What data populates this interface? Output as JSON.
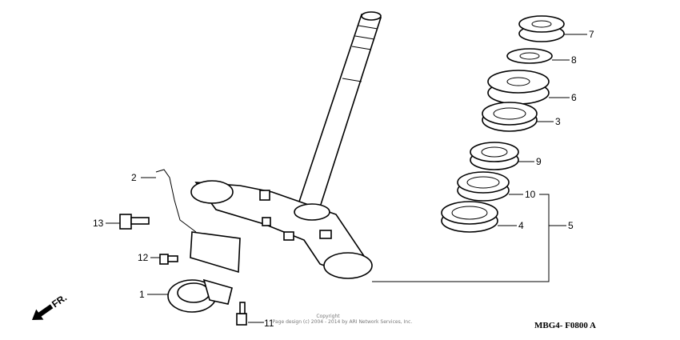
{
  "diagram": {
    "callouts": {
      "p1": "1",
      "p2": "2",
      "p3": "3",
      "p4": "4",
      "p5": "5",
      "p6": "6",
      "p7": "7",
      "p8": "8",
      "p9": "9",
      "p10": "10",
      "p11": "11",
      "p12": "12",
      "p13": "13"
    },
    "direction_label": "FR.",
    "copyright_title": "Copyright",
    "copyright_text": "Page design (c) 2004 - 2014 by ARI Network Services, Inc.",
    "diagram_code": "MBG4- F0800 A"
  }
}
